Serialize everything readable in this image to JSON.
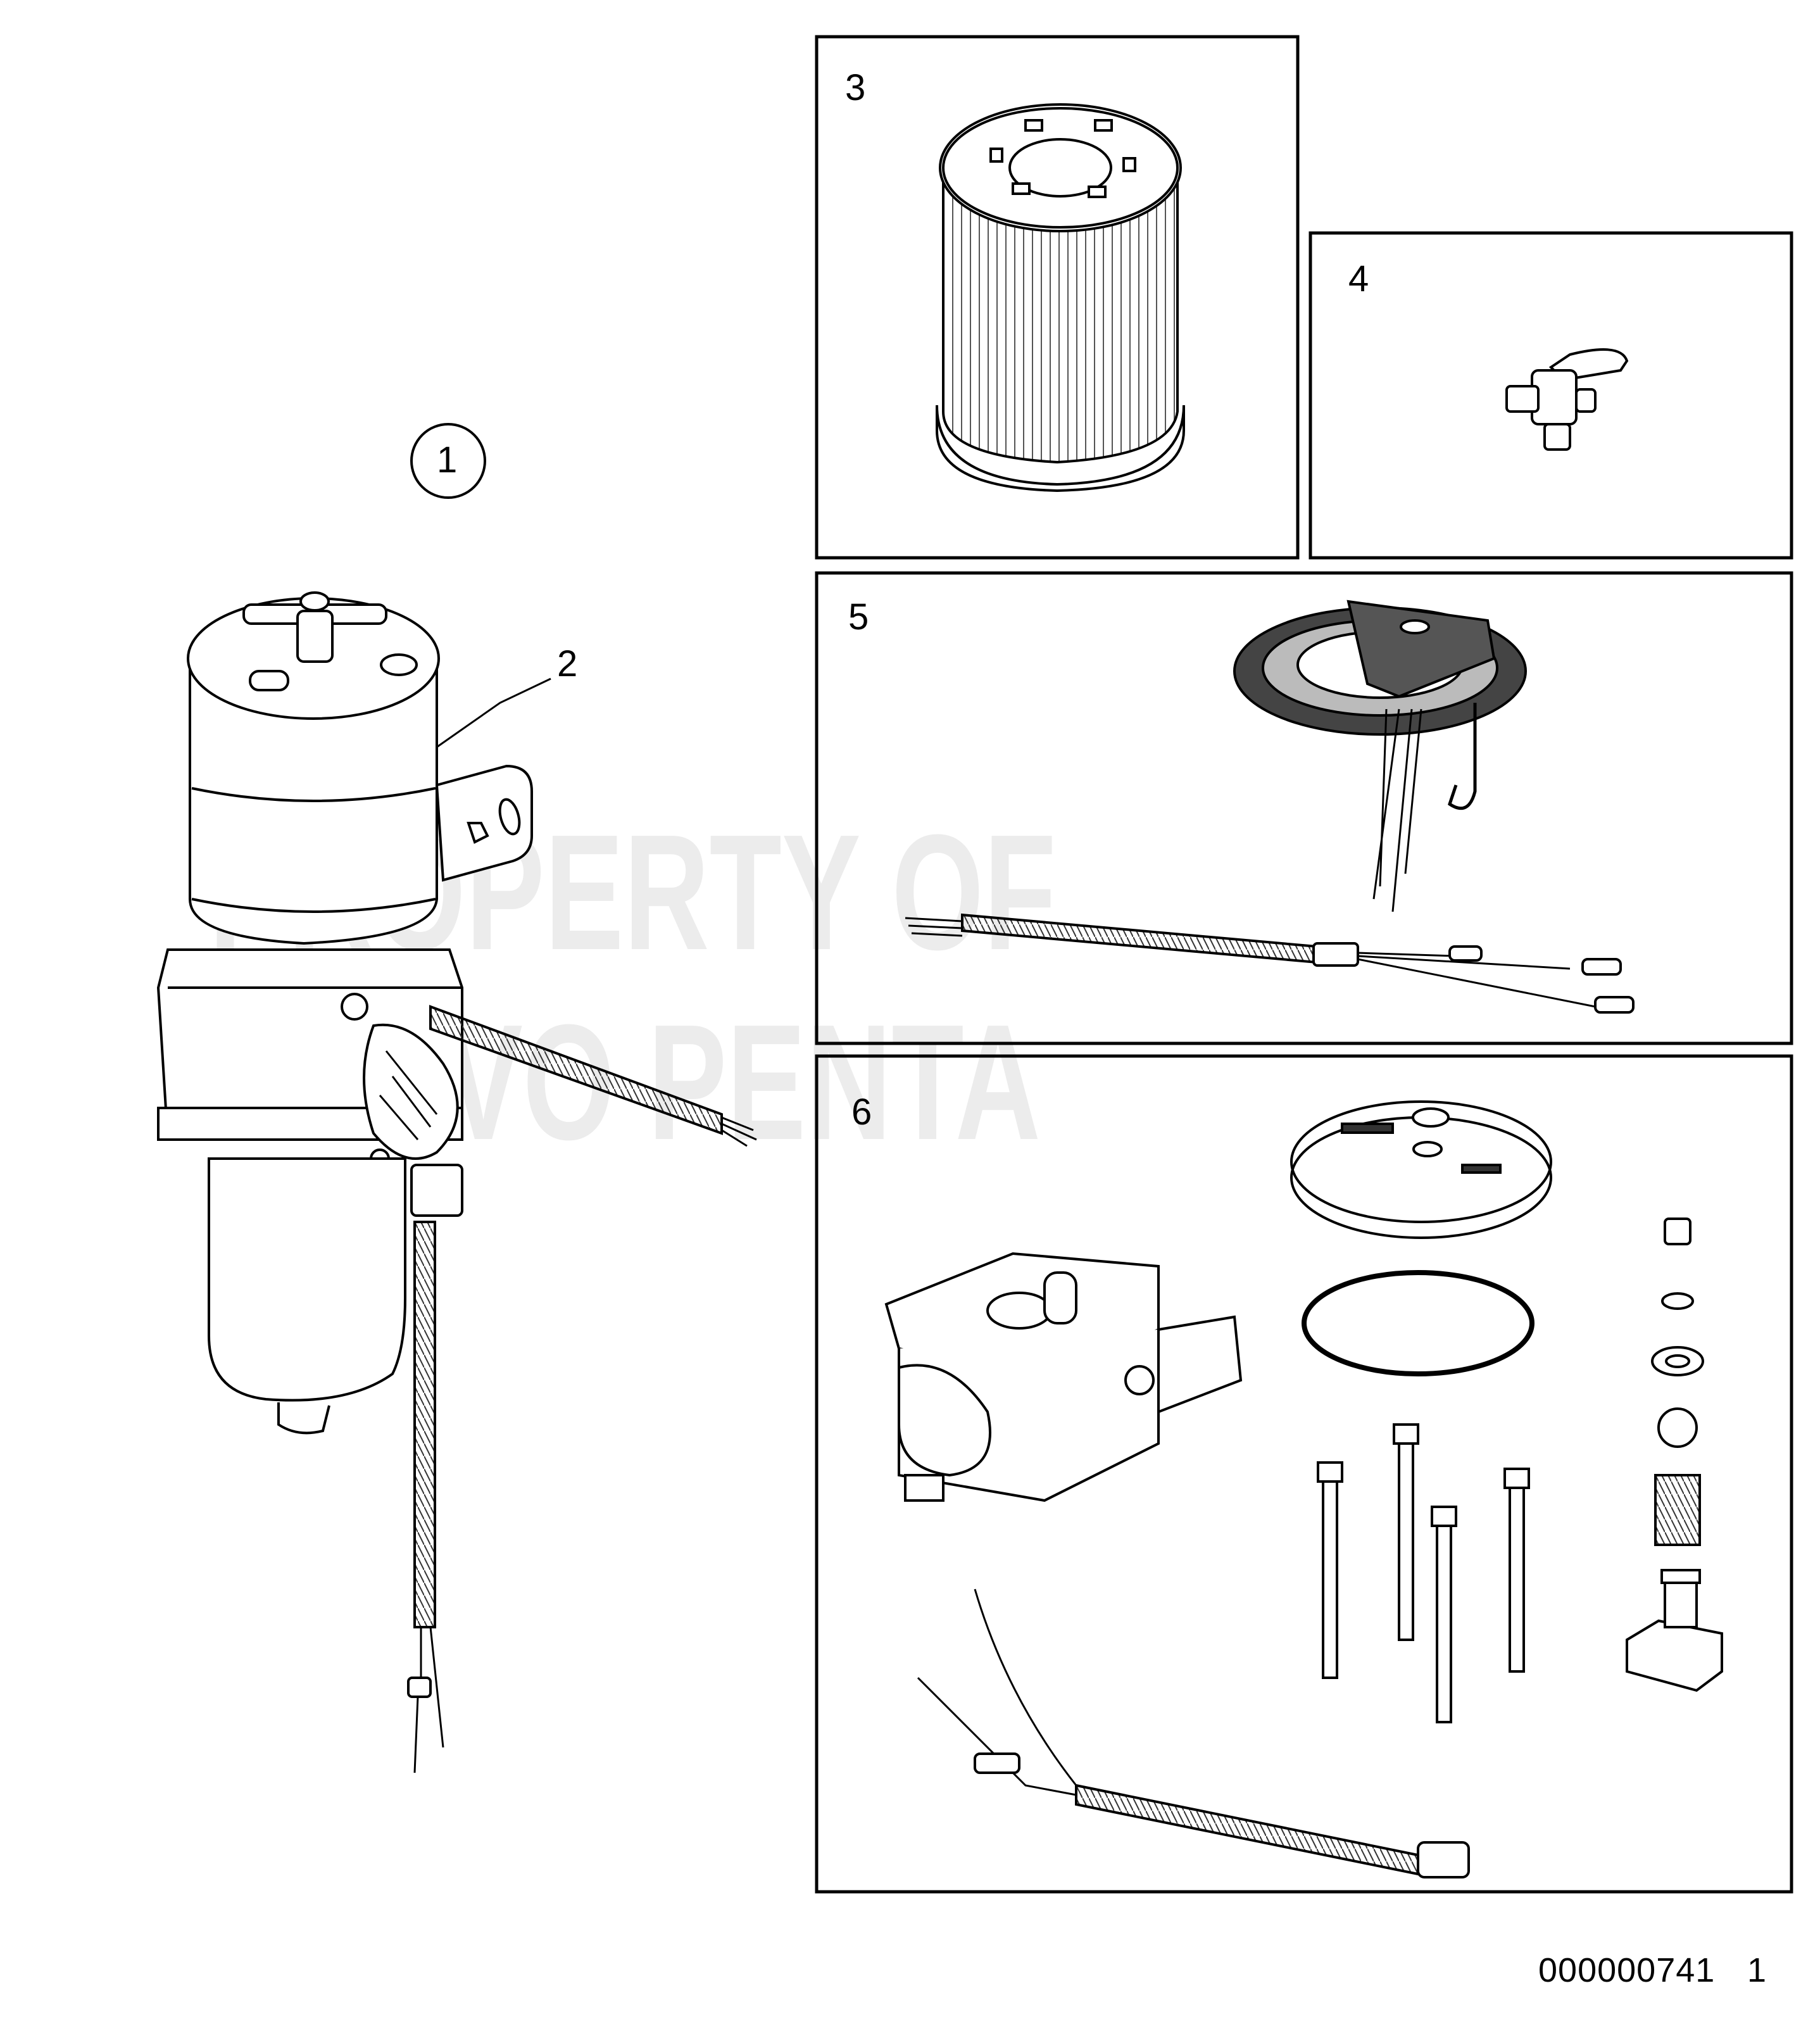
{
  "callouts": {
    "item_1": "1",
    "item_2": "2",
    "item_3": "3",
    "item_4": "4",
    "item_5": "5",
    "item_6": "6"
  },
  "watermark": {
    "line1": "PROPERTY OF",
    "line2": "VOLVO PENTA"
  },
  "figure_ref": {
    "number": "000000741",
    "sheet": "1"
  },
  "icons": [
    "fuel-filter-assembly-icon",
    "filter-element-icon",
    "drain-valve-icon",
    "water-sensor-icon",
    "filter-head-kit-icon"
  ]
}
